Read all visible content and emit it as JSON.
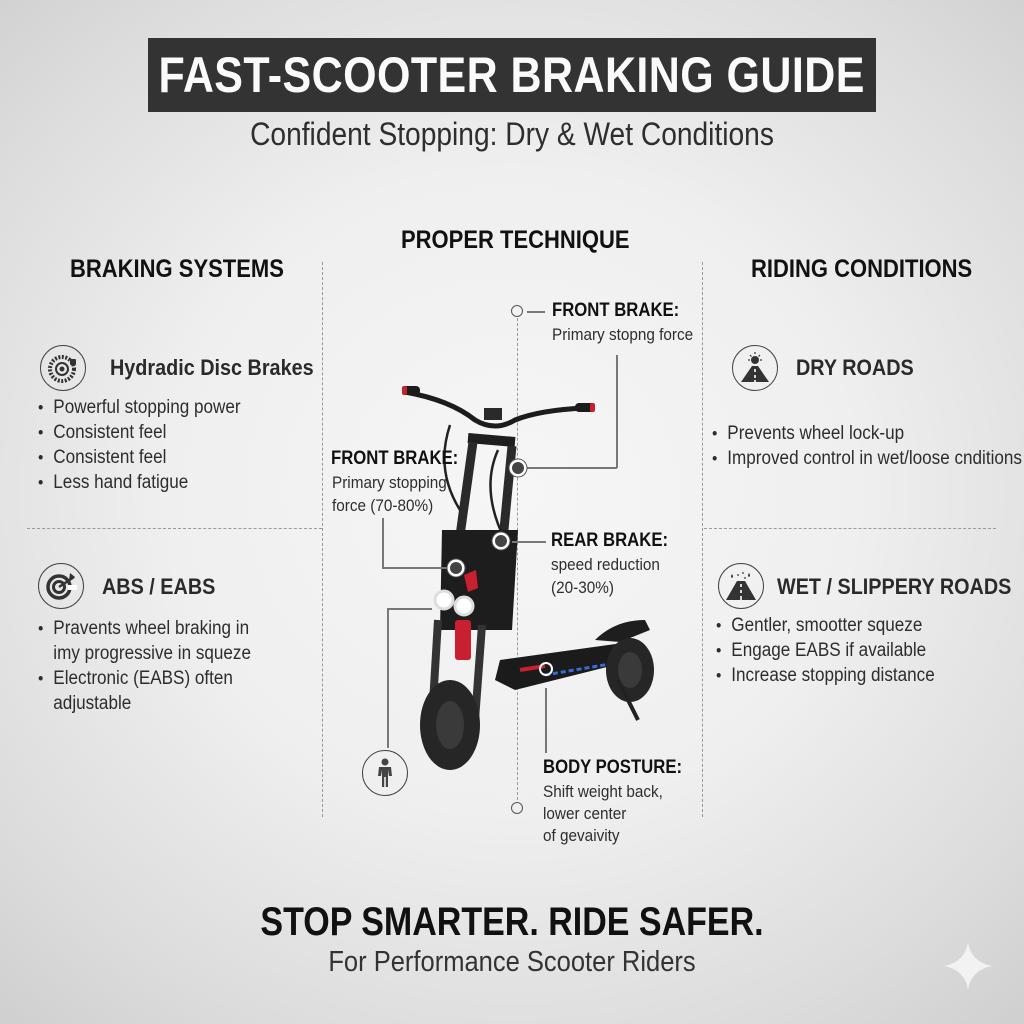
{
  "header": {
    "title": "FAST-SCOOTER BRAKING GUIDE",
    "subtitle": "Confident Stopping: Dry & Wet Conditions"
  },
  "columns": {
    "left_heading": "BRAKING SYSTEMS",
    "center_heading": "PROPER TECHNIQUE",
    "right_heading": "RIDING CONDITIONS"
  },
  "braking_systems": [
    {
      "icon": "disc-brake-icon",
      "title": "Hydradic Disc Brakes",
      "bullets": [
        "Powerful stopping power",
        "Consistent feel",
        "Consistent feel",
        "Less hand fatigue"
      ]
    },
    {
      "icon": "abs-target-icon",
      "title": "ABS / EABS",
      "bullets": [
        "Pravents wheel braking in imy progressive in squeze",
        "Electronic (EABS) often adjustable"
      ]
    }
  ],
  "technique": {
    "callouts": [
      {
        "id": "front-brake-top",
        "title": "FRONT BRAKE:",
        "lines": [
          "Primary stopng force"
        ]
      },
      {
        "id": "front-brake-left",
        "title": "FRONT BRAKE:",
        "lines": [
          "Primary stopping",
          "force (70-80%)"
        ]
      },
      {
        "id": "rear-brake",
        "title": "REAR BRAKE:",
        "lines": [
          "speed reduction",
          "(20-30%)"
        ]
      },
      {
        "id": "body-posture",
        "title": "BODY POSTURE:",
        "lines": [
          "Shift weight back,",
          "lower center",
          "of gevaivity"
        ]
      }
    ],
    "posture_icon": "person-standing-icon",
    "image_alt": "Electric scooter with dual front headlights and red suspension"
  },
  "riding_conditions": [
    {
      "icon": "sun-road-icon",
      "title": "DRY ROADS",
      "bullets": [
        "Prevents wheel lock-up",
        "Improved control in wet/loose cnditions"
      ]
    },
    {
      "icon": "rain-road-icon",
      "title": "WET / SLIPPERY ROADS",
      "bullets": [
        "Gentler, smootter squeze",
        "Engage EABS if available",
        "Increase stopping distance"
      ]
    }
  ],
  "footer": {
    "tagline": "STOP SMARTER. RIDE SAFER.",
    "subline": "For Performance Scooter Riders"
  },
  "colors": {
    "title_bar": "#333333",
    "accent_red": "#c8202e",
    "text_dark": "#111111"
  }
}
